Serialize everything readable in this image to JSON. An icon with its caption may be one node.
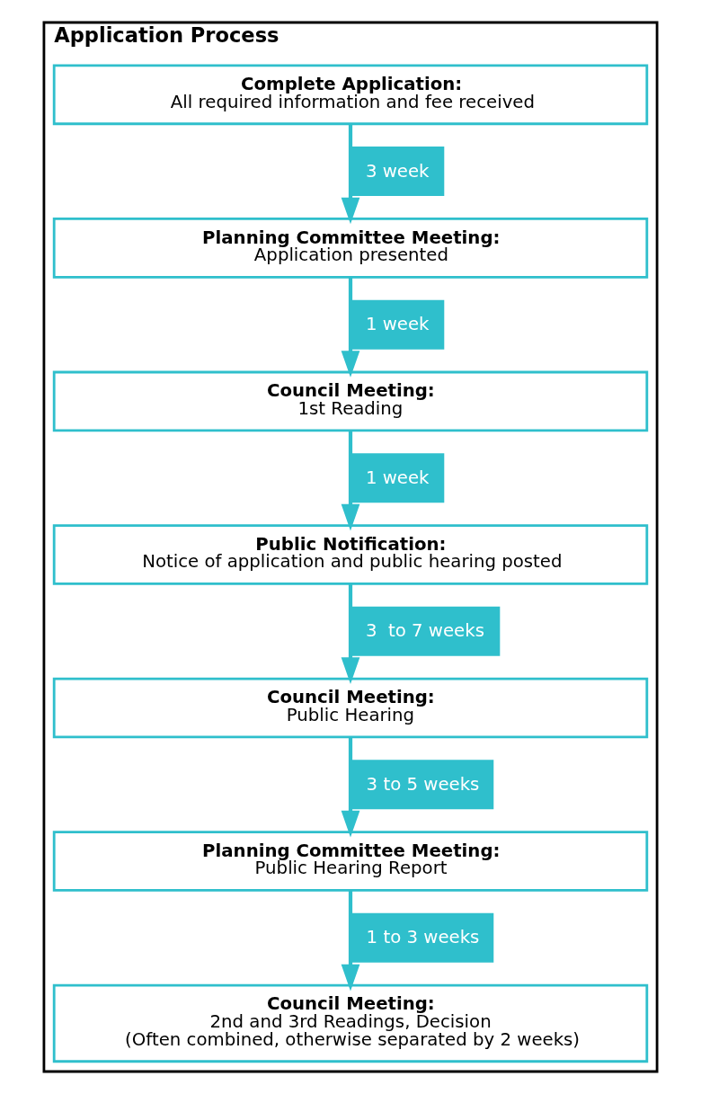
{
  "diagram": {
    "nodes": [
      {
        "text": [
          "Application Process"
        ]
      },
      {
        "text": [
          "Complete Application:",
          "All required information and fee received"
        ],
        "in": 0
      },
      {
        "text": [
          "Planning Committee Meeting:",
          "Application presented"
        ],
        "in": 0
      },
      {
        "text": [
          "Council Meeting:",
          "1st Reading"
        ],
        "in": 0
      },
      {
        "text": [
          "Public Notification:",
          "Notice of application and public hearing posted"
        ],
        "in": 0
      },
      {
        "text": [
          "Council Meeting:",
          "Public Hearing"
        ],
        "in": 0
      },
      {
        "text": [
          "Planning Committee Meeting:",
          "Public Hearing Report"
        ],
        "in": 0
      },
      {
        "text": [
          "Council Meeting:",
          "2nd and 3rd Readings, Decision",
          "(Often combined, otherwise separated by 2 weeks)"
        ],
        "in": 0
      }
    ],
    "edges": [
      {
        "from": 1,
        "to": 2,
        "arrow": "to",
        "label": "3 week"
      },
      {
        "from": 2,
        "to": 3,
        "arrow": "to",
        "label": "1 week"
      },
      {
        "from": 3,
        "to": 4,
        "arrow": "to",
        "label": "1 week"
      },
      {
        "from": 4,
        "to": 5,
        "arrow": "to",
        "label": "3  to 7 weeks"
      },
      {
        "from": 5,
        "to": 6,
        "arrow": "to",
        "label": "3 to 5 weeks"
      },
      {
        "from": 6,
        "to": 7,
        "arrow": "to",
        "label": "1 to 3 weeks"
      }
    ]
  }
}
